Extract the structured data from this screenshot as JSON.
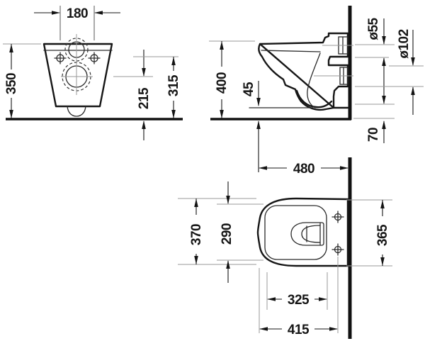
{
  "drawing": {
    "type": "technical-dimension-drawing",
    "subject": "wall-hung toilet, three orthographic views",
    "colors": {
      "line": "#141414",
      "extension": "#9a9a9a",
      "background": "#ffffff"
    },
    "dims": {
      "rear": {
        "fixing_hole_spacing": "180",
        "ceramic_height": "350",
        "outlet_center_height": "215",
        "fixing_hole_height": "315"
      },
      "side": {
        "rim_height": "400",
        "floor_clearance": "45",
        "inlet_diameter": "ø55",
        "outlet_diameter": "ø102",
        "outlet_bottom_offset": "70",
        "depth": "480"
      },
      "plan": {
        "outer_width": "370",
        "bowl_inner_width": "290",
        "width_at_wall": "365",
        "bowl_inner_length": "325",
        "front_to_fixing_holes": "415"
      }
    }
  }
}
